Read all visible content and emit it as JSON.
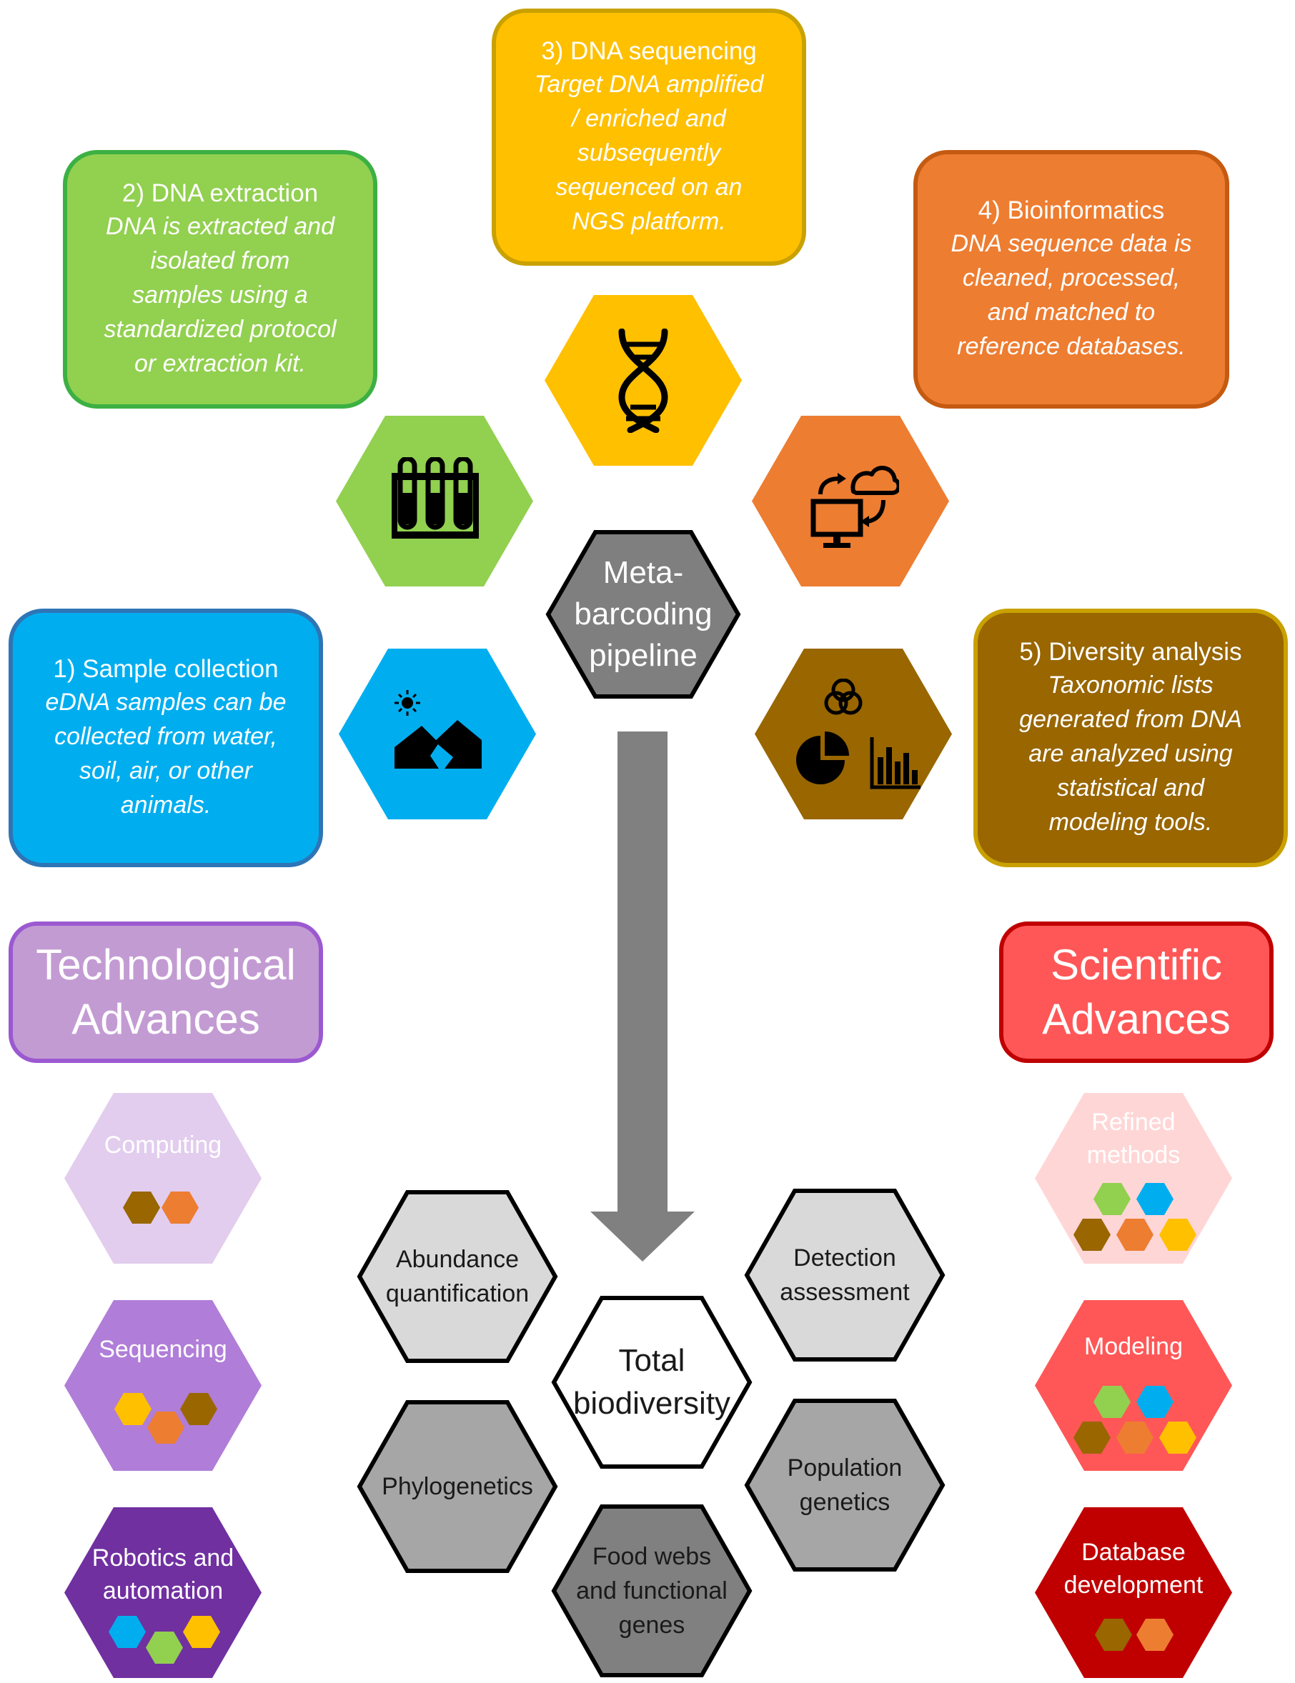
{
  "pipeline": {
    "center_label": [
      "Meta-",
      "barcoding",
      "pipeline"
    ],
    "steps": [
      {
        "title": "1) Sample collection",
        "desc": [
          "eDNA samples can be",
          "collected from water,",
          "soil, air, or other",
          "animals."
        ],
        "color": "#00aeef",
        "border": "#2e75b6",
        "icon": "landscape-sun-icon"
      },
      {
        "title": "2) DNA extraction",
        "desc": [
          "DNA is extracted and",
          "isolated from",
          "samples using a",
          "standardized protocol",
          "or extraction kit."
        ],
        "color": "#92d050",
        "border": "#3cb043",
        "icon": "test-tubes-icon"
      },
      {
        "title": "3) DNA sequencing",
        "desc": [
          "Target DNA amplified",
          "/ enriched and",
          "subsequently",
          "sequenced on an",
          "NGS platform."
        ],
        "color": "#ffc000",
        "border": "#c9a100",
        "icon": "dna-helix-icon"
      },
      {
        "title": "4) Bioinformatics",
        "desc": [
          "DNA sequence data is",
          "cleaned, processed,",
          "and matched to",
          "reference databases."
        ],
        "color": "#ed7d31",
        "border": "#c55a11",
        "icon": "computer-cloud-sync-icon"
      },
      {
        "title": "5) Diversity analysis",
        "desc": [
          "Taxonomic lists",
          "generated from DNA",
          "are analyzed using",
          "statistical and",
          "modeling tools."
        ],
        "color": "#996600",
        "border": "#c9a100",
        "icon": "charts-venn-icon"
      }
    ]
  },
  "technological": {
    "title": [
      "Technological",
      "Advances"
    ],
    "items": [
      {
        "label": [
          "Computing"
        ],
        "color": "#e2cdee"
      },
      {
        "label": [
          "Sequencing"
        ],
        "color": "#b07dd8"
      },
      {
        "label": [
          "Robotics and",
          "automation"
        ],
        "color": "#7030a0"
      }
    ]
  },
  "scientific": {
    "title": [
      "Scientific",
      "Advances"
    ],
    "items": [
      {
        "label": [
          "Refined",
          "methods"
        ],
        "color": "#ffd6d6"
      },
      {
        "label": [
          "Modeling"
        ],
        "color": "#ff5757"
      },
      {
        "label": [
          "Database",
          "development"
        ],
        "color": "#c00000"
      }
    ]
  },
  "outcomes": {
    "center": [
      "Total",
      "biodiversity"
    ],
    "items": [
      {
        "label": [
          "Abundance",
          "quantification"
        ],
        "color": "#d9d9d9"
      },
      {
        "label": [
          "Detection",
          "assessment"
        ],
        "color": "#d9d9d9"
      },
      {
        "label": [
          "Phylogenetics"
        ],
        "color": "#a6a6a6"
      },
      {
        "label": [
          "Population",
          "genetics"
        ],
        "color": "#a6a6a6"
      },
      {
        "label": [
          "Food webs",
          "and functional",
          "genes"
        ],
        "color": "#808080"
      }
    ]
  },
  "mini_colors": {
    "brown": "#996600",
    "orange": "#ed7d31",
    "yellow": "#ffc000",
    "green": "#92d050",
    "blue": "#00aeef"
  }
}
